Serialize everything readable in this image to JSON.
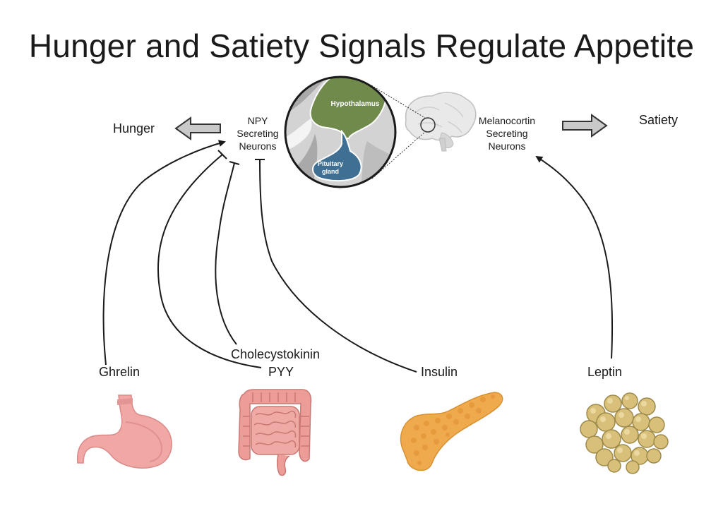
{
  "title": "Hunger and Satiety Signals Regulate Appetite",
  "outcomes": {
    "hunger": "Hunger",
    "satiety": "Satiety"
  },
  "neurons": {
    "npy": [
      "NPY",
      "Secreting",
      "Neurons"
    ],
    "melanocortin": [
      "Melanocortin",
      "Secreting",
      "Neurons"
    ]
  },
  "brain_inset": {
    "hypothalamus": "Hypothalamus",
    "pituitary": [
      "Pituitary",
      "gland"
    ]
  },
  "signals": {
    "ghrelin": "Ghrelin",
    "cholecystokinin": "Cholecystokinin",
    "pyy": "PYY",
    "insulin": "Insulin",
    "leptin": "Leptin"
  },
  "organs": [
    "stomach-icon",
    "intestine-icon",
    "pancreas-icon",
    "adipose-tissue-icon",
    "brain-icon"
  ],
  "colors": {
    "hypothalamus": "#6f8a4a",
    "pituitary": "#3f6f93",
    "stomach": "#f0a7a4",
    "intestine": "#ec9d98",
    "pancreas": "#f0aa4e",
    "fat": "#d8c07a",
    "arrow_fill": "#c9c9c9"
  }
}
